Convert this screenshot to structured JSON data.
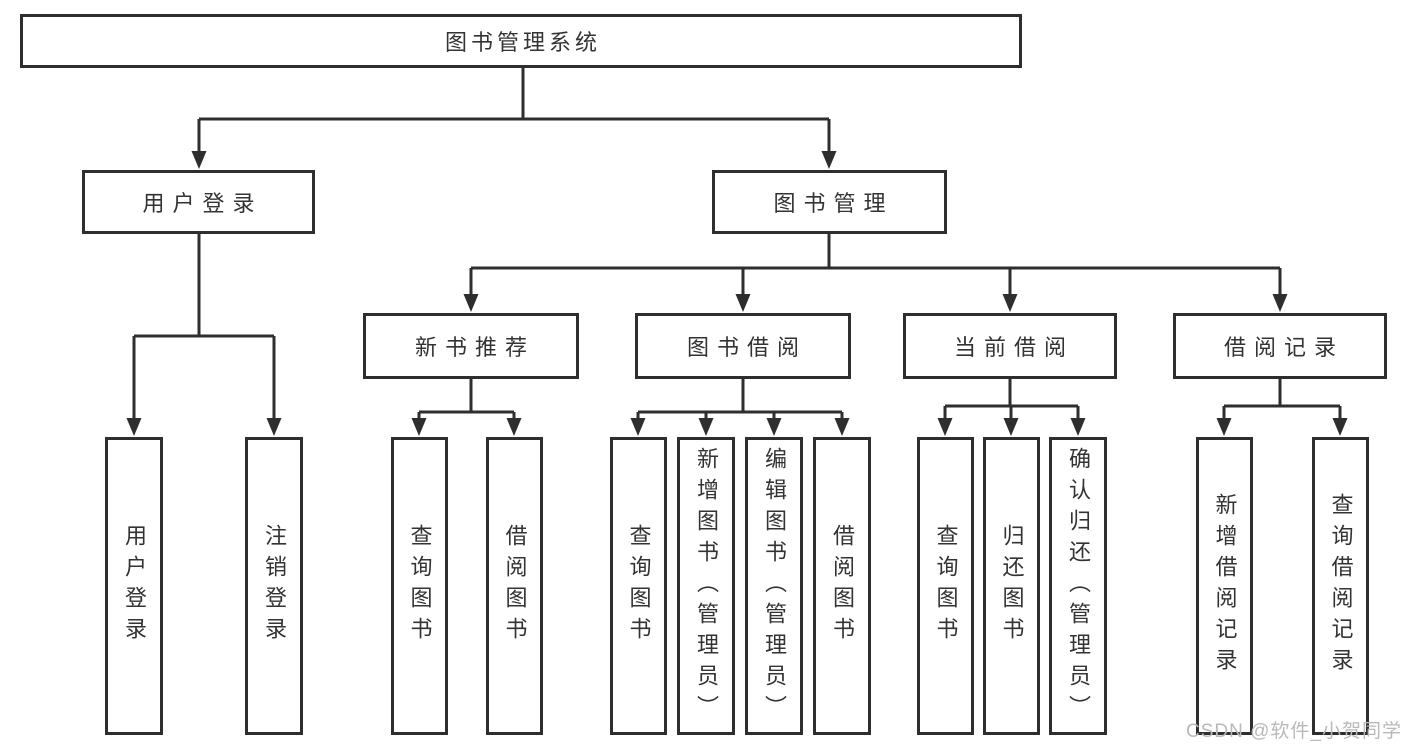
{
  "nodes": {
    "root": "图书管理系统",
    "login": "用户登录",
    "mgmt": "图书管理",
    "l3": [
      "新书推荐",
      "图书借阅",
      "当前借阅",
      "借阅记录"
    ],
    "login_leaves": [
      "用户登录",
      "注销登录"
    ],
    "recommend_leaves": [
      "查询图书",
      "借阅图书"
    ],
    "borrow_leaves": [
      "查询图书",
      "新增图书（管理员）",
      "编辑图书（管理员）",
      "借阅图书"
    ],
    "current_leaves": [
      "查询图书",
      "归还图书",
      "确认归还（管理员）"
    ],
    "record_leaves": [
      "新增借阅记录",
      "查询借阅记录"
    ]
  },
  "watermark": "CSDN @软件_小贺同学",
  "colors": {
    "line": "#2e2e2e",
    "text": "#333333",
    "box_bg": "#ffffff",
    "watermark": "#b9b9b9"
  }
}
